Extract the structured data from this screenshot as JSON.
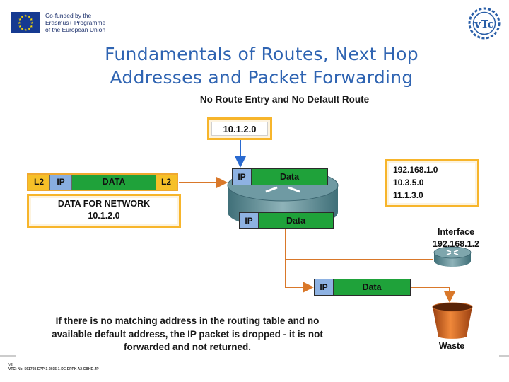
{
  "header": {
    "eu_text": "Co-funded by the\nErasmus+ Programme\nof the European Union",
    "logo_text": "vTc"
  },
  "slide": {
    "title": "Fundamentals of Routes, Next Hop\nAddresses and Packet Forwarding"
  },
  "diagram": {
    "title": "No Route Entry and No Default Route",
    "destination": "10.1.2.0",
    "frame": {
      "l2_left": "L2",
      "ip": "IP",
      "data": "DATA",
      "l2_right": "L2"
    },
    "network_label": "DATA FOR NETWORK\n10.1.2.0",
    "packet_in": {
      "ip": "IP",
      "data": "Data"
    },
    "packet_out": {
      "ip": "IP",
      "data": "Data"
    },
    "packet_drop": {
      "ip": "IP",
      "data": "Data"
    },
    "routing_table": [
      "192.168.1.0",
      "10.3.5.0",
      "11.1.3.0"
    ],
    "interface_label": "Interface",
    "interface_ip": "192.168.1.2",
    "caption": "If there is no matching address in the routing table and no\navailable default address, the IP packet is dropped - it is not\nforwarded and not returned.",
    "waste_label": "Waste"
  },
  "footer": {
    "line1": "V¢",
    "line2": "VTC: No. 561708-EPP-1-2015-1-DE-EPPK A2-CBHE-JP"
  },
  "colors": {
    "title_blue": "#2f64b2",
    "arrow_orange": "#d9782a",
    "data_green": "#1fa23a",
    "ip_blue": "#8eb2e2",
    "l2_yellow": "#f6c028",
    "box_border": "#f7b52b"
  }
}
